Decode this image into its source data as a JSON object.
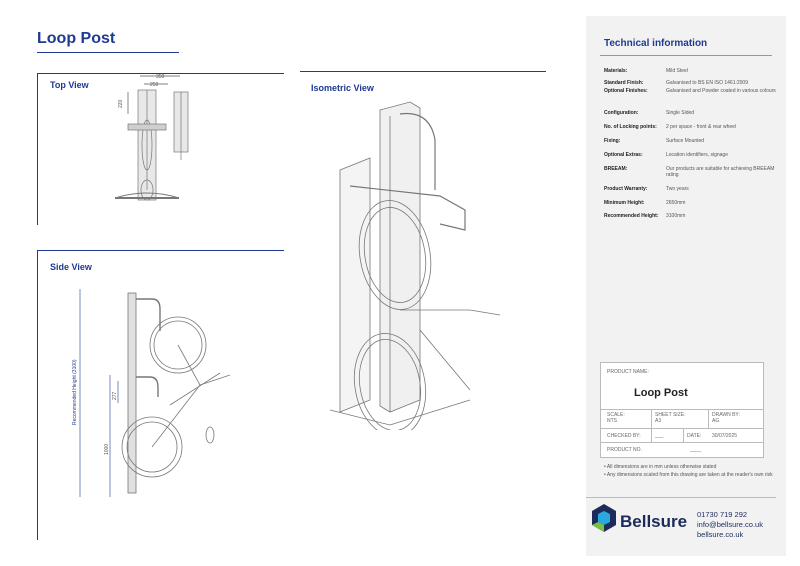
{
  "header": {
    "title": "Loop Post"
  },
  "sections": {
    "top_view": "Top View",
    "side_view": "Side View",
    "iso_view": "Isometric View"
  },
  "dims": {
    "top_a": "350",
    "top_b": "250",
    "top_c": "220",
    "side_total": "Recommended Height (3100)",
    "side_mid": "277",
    "side_low": "1000"
  },
  "tech": {
    "title": "Technical information",
    "specs": [
      {
        "k": "Materials:",
        "v": "Mild Steel"
      },
      {
        "k": "Standard Finish:",
        "v": "Galvanised to BS EN ISO 1461:2009"
      },
      {
        "k": "Optional Finishes:",
        "v": "Galvanised and Powder coated in various colours"
      },
      {
        "k": "Configuration:",
        "v": "Single Sided"
      },
      {
        "k": "No. of Locking points:",
        "v": "2 per space - front & rear wheel"
      },
      {
        "k": "Fixing:",
        "v": "Surface Mounted"
      },
      {
        "k": "Optional Extras:",
        "v": "Location identifiers, signage"
      },
      {
        "k": "BREEAM:",
        "v": "Our products are suitable for achieving BREEAM rating"
      },
      {
        "k": "Product Warranty:",
        "v": "Two years"
      },
      {
        "k": "Minimum Height:",
        "v": "2650mm"
      },
      {
        "k": "Recommended Height:",
        "v": "3100mm"
      }
    ]
  },
  "title_block": {
    "product_name_label": "PRODUCT NAME:",
    "product_name": "Loop Post",
    "scale_label": "SCALE:",
    "scale_value": "NTS",
    "sheet_label": "SHEET SIZE:",
    "sheet_value": "A3",
    "drawn_label": "DRAWN BY:",
    "drawn_value": "AG",
    "checked_label": "CHECKED BY:",
    "checked_value": "___",
    "date_label": "DATE:",
    "date_value": "30/07/2025",
    "product_no_label": "PRODUCT NO.",
    "product_no_value": "____"
  },
  "notes": [
    "All dimensions are in mm unless otherwise stated",
    "Any dimensions scaled from this drawing are taken at the reader's own risk"
  ],
  "brand": {
    "name": "Bellsure",
    "phone": "01730 719 292",
    "email": "info@bellsure.co.uk",
    "web": "bellsure.co.uk",
    "color_primary": "#1d2b5a",
    "color_accent": "#2aa8e0",
    "color_green": "#7cc242"
  }
}
